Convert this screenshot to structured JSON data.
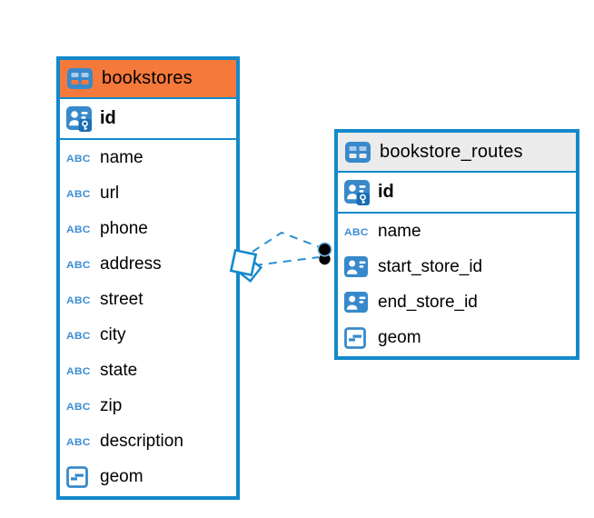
{
  "diagram": {
    "type": "entity-relationship",
    "background_color": "#ffffff",
    "accent_color": "#1389cb",
    "icon_color": "#3789cb",
    "tables": [
      {
        "name": "bookstores",
        "header_color": "#f5793b",
        "icon": "table-icon",
        "fields": [
          {
            "name": "id",
            "icon": "primary-key-icon",
            "key": "primary"
          },
          {
            "name": "name",
            "icon": "text-type-icon"
          },
          {
            "name": "url",
            "icon": "text-type-icon"
          },
          {
            "name": "phone",
            "icon": "text-type-icon"
          },
          {
            "name": "address",
            "icon": "text-type-icon"
          },
          {
            "name": "street",
            "icon": "text-type-icon"
          },
          {
            "name": "city",
            "icon": "text-type-icon"
          },
          {
            "name": "state",
            "icon": "text-type-icon"
          },
          {
            "name": "zip",
            "icon": "text-type-icon"
          },
          {
            "name": "description",
            "icon": "text-type-icon"
          },
          {
            "name": "geom",
            "icon": "geometry-type-icon"
          }
        ]
      },
      {
        "name": "bookstore_routes",
        "header_color": "#ebebeb",
        "icon": "table-icon",
        "fields": [
          {
            "name": "id",
            "icon": "primary-key-icon",
            "key": "primary"
          },
          {
            "name": "name",
            "icon": "text-type-icon"
          },
          {
            "name": "start_store_id",
            "icon": "reference-type-icon",
            "key": "foreign"
          },
          {
            "name": "end_store_id",
            "icon": "reference-type-icon",
            "key": "foreign"
          },
          {
            "name": "geom",
            "icon": "geometry-type-icon"
          }
        ]
      }
    ],
    "relationships": [
      {
        "from": "bookstores",
        "to": "bookstore_routes",
        "style": "dashed",
        "from_marker": "diamond",
        "to_marker": "dot"
      },
      {
        "from": "bookstores",
        "to": "bookstore_routes",
        "style": "dashed",
        "from_marker": "diamond",
        "to_marker": "dot"
      }
    ],
    "text_type_label": "ABC"
  }
}
